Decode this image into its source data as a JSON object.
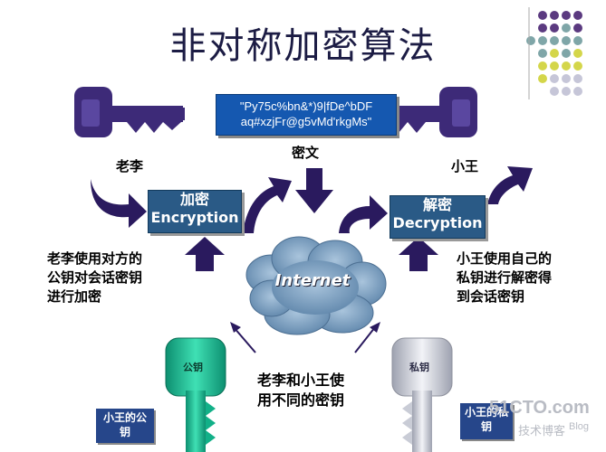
{
  "title": "非对称加密算法",
  "ciphertext": {
    "line1": "\"Py75c%bn&*)9|fDe^bDF",
    "line2": "aq#xzjFr@g5vMd'rkgMs\"",
    "label": "密文"
  },
  "laoli": {
    "name": "老李",
    "note_lines": [
      "老李使用对方的",
      "公钥对会话密钥",
      "进行加密"
    ]
  },
  "xiaowang": {
    "name": "小王",
    "note_lines": [
      "小王使用自己的",
      "私钥进行解密得",
      "到会话密钥"
    ]
  },
  "encrypt_box": {
    "line1": "加密",
    "line2": "Encryption"
  },
  "decrypt_box": {
    "line1": "解密",
    "line2": "Decryption"
  },
  "internet": "Internet",
  "center_note": [
    "老李和小王使",
    "用不同的密钥"
  ],
  "public_key": {
    "label": "公钥",
    "owner_lines": [
      "小王的公",
      "钥"
    ]
  },
  "private_key": {
    "label": "私钥",
    "owner_lines": [
      "小王的私",
      "钥"
    ]
  },
  "watermark": {
    "site": "51CTO.com",
    "sub": "技术博客",
    "blog": "Blog"
  },
  "colors": {
    "title": "#1c1c44",
    "cipher_box": "#1558b0",
    "process_box": "#2a5a86",
    "arrow": "#2a1a5e",
    "key_purple": "#3d2a78",
    "public_key_green": "#12b088",
    "private_key_silver": "#c9ccd6",
    "cloud": "#7fa3c4"
  },
  "icons": [
    "key-icon",
    "arrow-icon",
    "cloud-icon",
    "dot-grid-decoration"
  ]
}
